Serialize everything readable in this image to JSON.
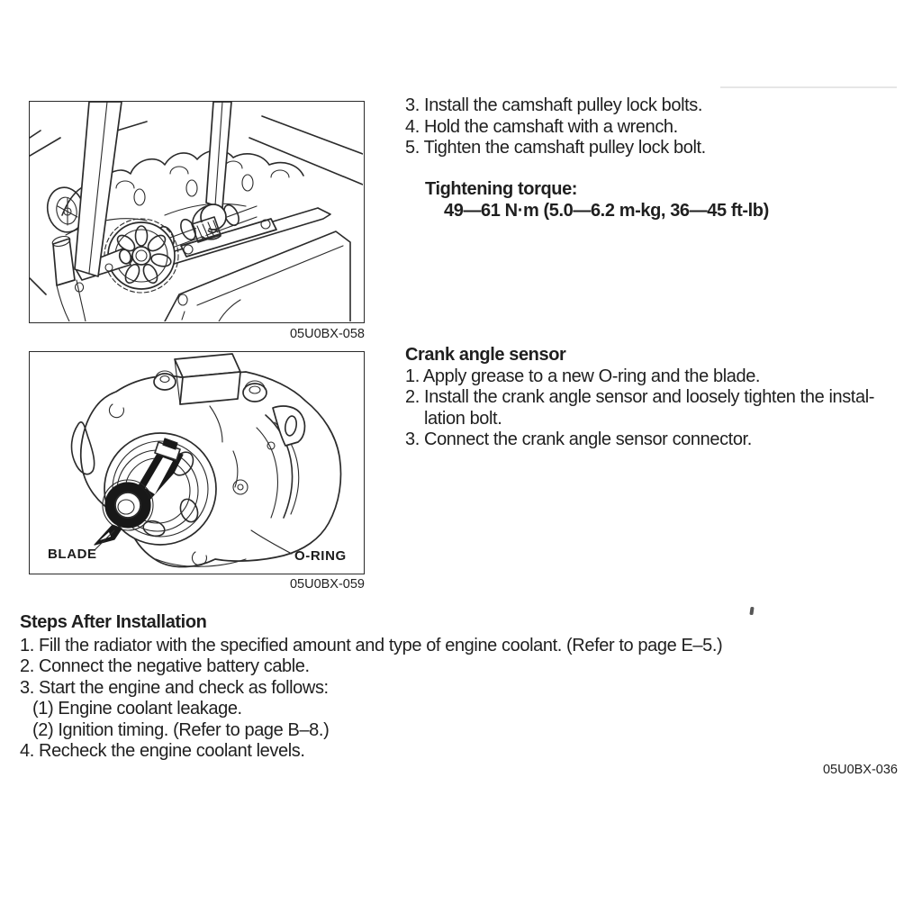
{
  "document": {
    "right_top": {
      "steps": [
        "3. Install the camshaft pulley lock bolts.",
        "4. Hold the camshaft with a wrench.",
        "5. Tighten the camshaft pulley lock bolt."
      ],
      "torque_heading": "Tightening torque:",
      "torque_value": "49—61 N·m (5.0—6.2 m-kg, 36—45 ft-lb)"
    },
    "crank_angle_sensor": {
      "heading": "Crank angle sensor",
      "line1": "1. Apply grease to a new O-ring and the blade.",
      "line2": "2. Install the crank angle sensor and loosely tighten the instal-",
      "line2_cont": "lation bolt.",
      "line3": "3. Connect the crank angle sensor connector."
    },
    "steps_after_installation": {
      "heading": "Steps After Installation",
      "line1": "1. Fill the radiator with the specified amount and type of engine coolant. (Refer to page E–5.)",
      "line2": "2. Connect the negative battery cable.",
      "line3": "3. Start the engine and check as follows:",
      "sub1": "(1) Engine coolant leakage.",
      "sub2": "(2) Ignition timing. (Refer to page B–8.)",
      "line4": "4. Recheck the engine coolant levels."
    },
    "figure1": {
      "caption": "05U0BX-058"
    },
    "figure2": {
      "caption": "05U0BX-059",
      "blade_label": "BLADE",
      "oring_label": "O-RING"
    },
    "page_code": "05U0BX-036"
  }
}
